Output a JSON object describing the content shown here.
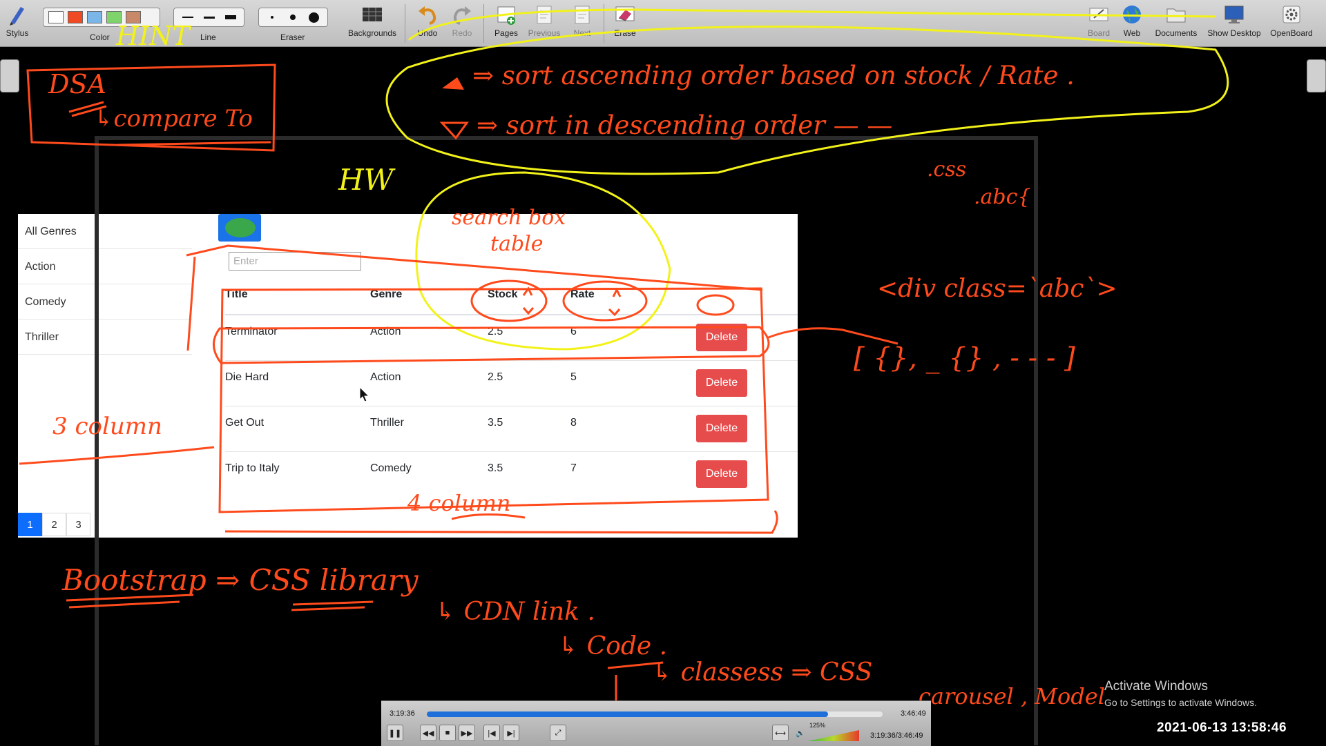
{
  "toolbar": {
    "stylus": "Stylus",
    "color": "Color",
    "line": "Line",
    "eraser": "Eraser",
    "backgrounds": "Backgrounds",
    "undo": "Undo",
    "redo": "Redo",
    "pages": "Pages",
    "previous": "Previous",
    "next": "Next",
    "erase": "Erase",
    "board": "Board",
    "web": "Web",
    "documents": "Documents",
    "show_desktop": "Show Desktop",
    "openboard": "OpenBoard",
    "swatch_colors": [
      "#ffffff",
      "#f04a24",
      "#7ab6e8",
      "#7ed46a",
      "#c8896a"
    ]
  },
  "app": {
    "genres": [
      "All Genres",
      "Action",
      "Comedy",
      "Thriller"
    ],
    "search_placeholder": "Enter",
    "headers": {
      "title": "Title",
      "genre": "Genre",
      "stock": "Stock",
      "rate": "Rate"
    },
    "delete_label": "Delete",
    "movies": [
      {
        "title": "Terminator",
        "genre": "Action",
        "stock": "2.5",
        "rate": "6"
      },
      {
        "title": "Die Hard",
        "genre": "Action",
        "stock": "2.5",
        "rate": "5"
      },
      {
        "title": "Get Out",
        "genre": "Thriller",
        "stock": "3.5",
        "rate": "8"
      },
      {
        "title": "Trip to Italy",
        "genre": "Comedy",
        "stock": "3.5",
        "rate": "7"
      }
    ],
    "pages": [
      "1",
      "2",
      "3"
    ],
    "active_page": "1"
  },
  "annotations": {
    "hint": "HINT",
    "dsa": "DSA",
    "compare_to": "↳compare To",
    "sort_asc": "⇒ sort ascending order based on stock / Rate .",
    "sort_desc": "⇒ sort in descending order — —",
    "hw": "HW",
    "search_box": "search box",
    "table": "table",
    "css_note": ".css",
    "abc_rule": ".abc{",
    "div_class": "<div class=`abc`>",
    "array_note": "[ {}, _ {} , - - - ]",
    "three_column": "3 column",
    "four_column": "4 column",
    "bootstrap": "Bootstrap ⇒ CSS library",
    "cdn_link": "↳ CDN link .",
    "code": "↳ Code .",
    "classes": "↳ classess ⇒ CSS",
    "carousel": "carousel , Model",
    "ink_red": "#ff4a1c",
    "ink_yellow": "#f2f21a"
  },
  "player": {
    "time_left": "3:19:36",
    "time_right": "3:46:49",
    "time_bottom": "3:19:36/3:46:49",
    "zoom": "125%",
    "progress": 0.88
  },
  "system": {
    "activate_title": "Activate Windows",
    "activate_sub": "Go to Settings to activate Windows.",
    "datetime": "2021-06-13 13:58:46"
  }
}
